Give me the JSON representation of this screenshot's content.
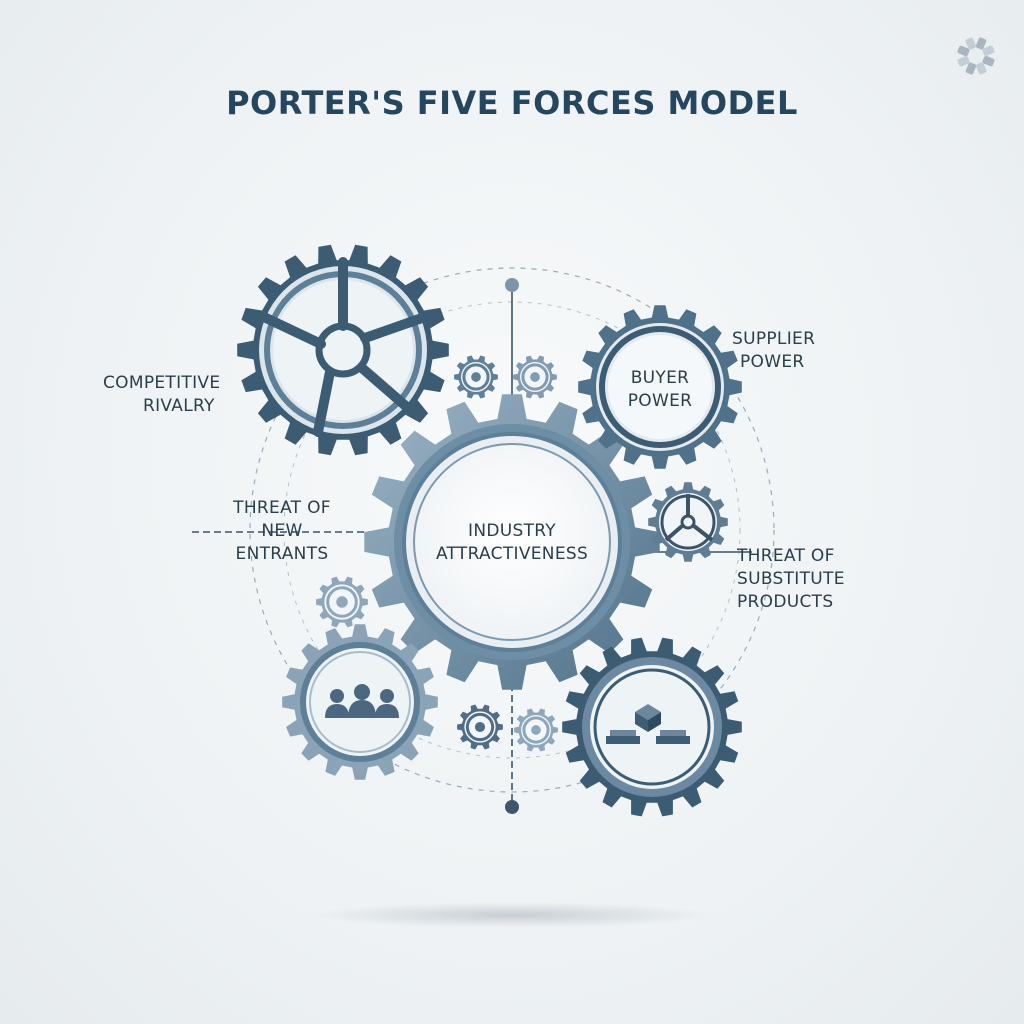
{
  "title": "PORTER'S FIVE FORCES MODEL",
  "center": {
    "line1": "INDUSTRY",
    "line2": "ATTRACTIVENESS"
  },
  "forces": {
    "competitive_rivalry": {
      "line1": "COMPETITIVE",
      "line2": "RIVALRY"
    },
    "buyer_power": {
      "line1": "BUYER",
      "line2": "POWER"
    },
    "supplier_power": {
      "line1": "SUPPLIER",
      "line2": "POWER"
    },
    "threat_new_entrants": {
      "line1": "THREAT OF",
      "line2": "NEW",
      "line3": "ENTRANTS"
    },
    "threat_substitutes": {
      "line1": "THREAT OF",
      "line2": "SUBSTITUTE",
      "line3": "PRODUCTS"
    }
  },
  "colors": {
    "gear_dark": "#3c5c74",
    "gear_mid": "#5d7f98",
    "gear_light": "#8fa9bd",
    "text": "#2b3e4c",
    "title": "#24465e"
  }
}
